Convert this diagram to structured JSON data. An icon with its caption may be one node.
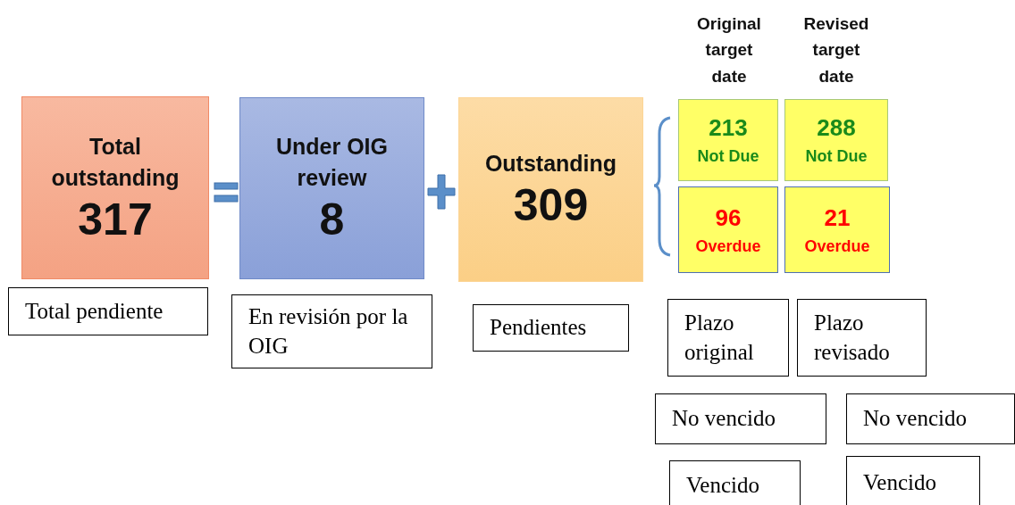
{
  "diagram": {
    "nodes": [
      {
        "text": [
          "Total outstanding",
          "317"
        ]
      },
      {
        "text": [
          "Under OIG review",
          "8"
        ]
      },
      {
        "text": [
          "Outstanding",
          "309"
        ]
      },
      {
        "text": [
          "213",
          "Not Due"
        ]
      },
      {
        "text": [
          "288",
          "Not Due"
        ]
      },
      {
        "text": [
          "96",
          "Overdue"
        ]
      },
      {
        "text": [
          "21",
          "Overdue"
        ]
      },
      {
        "text": [
          "Total pendiente"
        ]
      },
      {
        "text": [
          "En revisión por la OIG"
        ]
      },
      {
        "text": [
          "Pendientes"
        ]
      },
      {
        "text": [
          "Plazo original"
        ]
      },
      {
        "text": [
          "Plazo revisado"
        ]
      },
      {
        "text": [
          "No vencido"
        ]
      },
      {
        "text": [
          "No vencido"
        ]
      },
      {
        "text": [
          "Vencido"
        ]
      },
      {
        "text": [
          "Vencido"
        ]
      }
    ],
    "edges": [],
    "labels": [
      "Original target date",
      "Revised target date"
    ]
  }
}
